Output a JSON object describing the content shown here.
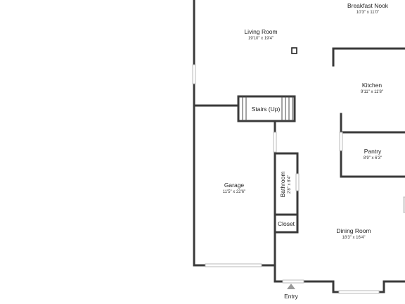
{
  "plan": {
    "rooms": [
      {
        "id": "breakfast-nook",
        "name": "Breakfast Nook",
        "dims": "10'3\" x 11'0\""
      },
      {
        "id": "living-room",
        "name": "Living Room",
        "dims": "19'10\" x 19'4\""
      },
      {
        "id": "kitchen",
        "name": "Kitchen",
        "dims": "9'11\" x 11'8\""
      },
      {
        "id": "stairs",
        "name": "Stairs (Up)",
        "dims": ""
      },
      {
        "id": "pantry",
        "name": "Pantry",
        "dims": "8'9\" x 6'3\""
      },
      {
        "id": "garage",
        "name": "Garage",
        "dims": "11'5\" x 22'6\""
      },
      {
        "id": "bathroom",
        "name": "Bathroom",
        "dims": "2'8\" x 8'4\""
      },
      {
        "id": "closet",
        "name": "Closet",
        "dims": ""
      },
      {
        "id": "dining-room",
        "name": "Dining Room",
        "dims": "18'3\" x 16'4\""
      }
    ],
    "entry_label": "Entry",
    "wall_color": "#3a3a3a",
    "window_color": "#b9b9b9",
    "entry_marker_color": "#9a9a9a"
  }
}
